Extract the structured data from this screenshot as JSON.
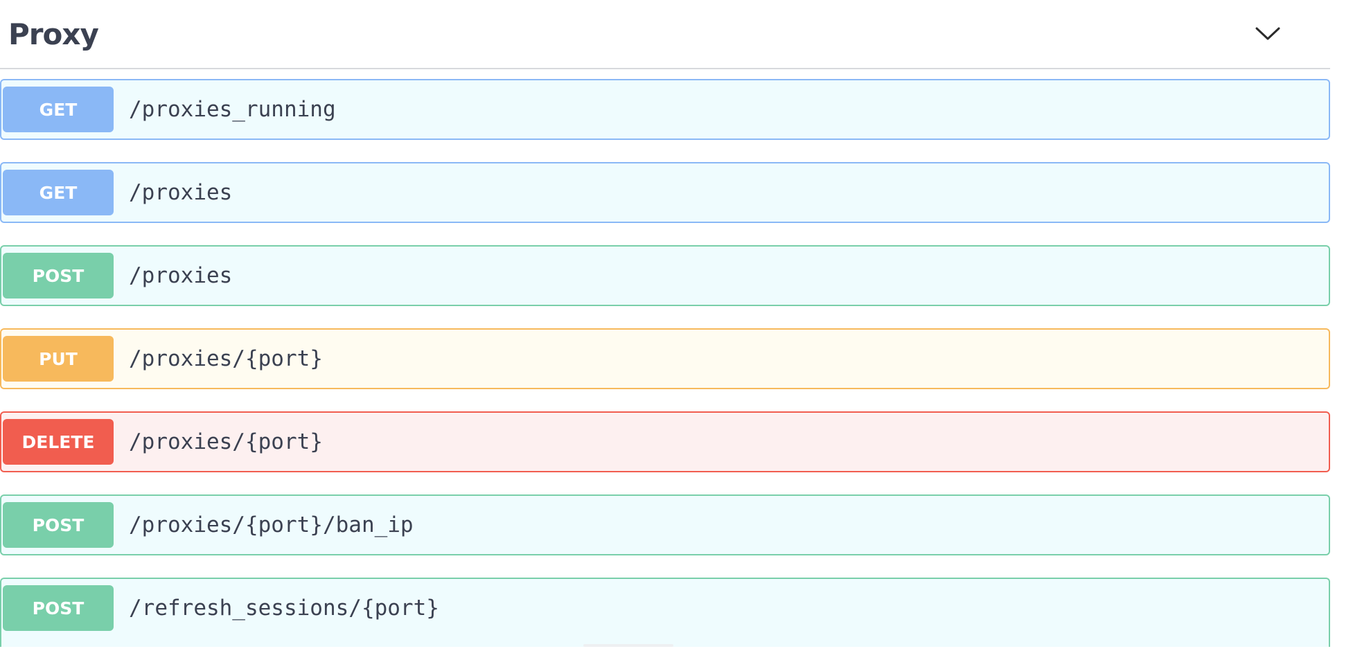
{
  "section": {
    "title": "Proxy",
    "expanded": true
  },
  "operations": [
    {
      "method": "GET",
      "path": "/proxies_running"
    },
    {
      "method": "GET",
      "path": "/proxies"
    },
    {
      "method": "POST",
      "path": "/proxies"
    },
    {
      "method": "PUT",
      "path": "/proxies/{port}"
    },
    {
      "method": "DELETE",
      "path": "/proxies/{port}"
    },
    {
      "method": "POST",
      "path": "/proxies/{port}/ban_ip"
    },
    {
      "method": "POST",
      "path": "/refresh_sessions/{port}"
    }
  ],
  "colors": {
    "GET": {
      "badge": "#8ab8f6",
      "border": "#8ab8f6",
      "bg": "#effcfe"
    },
    "POST": {
      "badge": "#79cfaa",
      "border": "#79cfaa",
      "bg": "#effcfe"
    },
    "PUT": {
      "badge": "#f7b95c",
      "border": "#f7b95c",
      "bg": "#fffcf1"
    },
    "DELETE": {
      "badge": "#f15d4f",
      "border": "#f15d4f",
      "bg": "#fdf0f0"
    }
  }
}
